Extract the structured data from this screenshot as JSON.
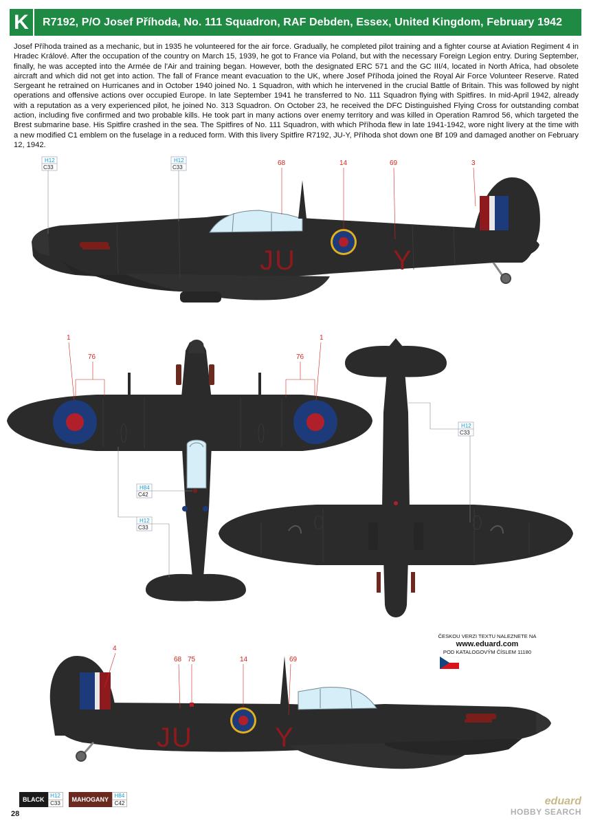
{
  "header": {
    "letter": "K",
    "title": "R7192, P/O Josef Příhoda, No. 111 Squadron, RAF Debden, Essex, United Kingdom, February 1942"
  },
  "bio": "Josef Příhoda trained as a mechanic, but in 1935 he volunteered for the air force. Gradually, he completed pilot training and a fighter course at Aviation Regiment 4 in Hradec Králové. After the occupation of the country on March 15, 1939, he got to France via Poland, but with the necessary Foreign Legion entry. During September, finally, he was accepted into the Armée de l'Air and training began. However, both the designated ERC 571 and the GC III/4, located in North Africa, had obsolete aircraft and which did not get into action. The fall of France meant evacuation to the UK, where Josef Příhoda joined the Royal Air Force Volunteer Reserve. Rated Sergeant he retrained on Hurricanes and in October 1940 joined No. 1 Squadron, with which he intervened in the crucial Battle of Britain. This was followed by night operations and offensive actions over occupied Europe. In late September 1941 he transferred to No. 111 Squadron flying with Spitfires. In mid-April 1942, already with a reputation as a very experienced pilot, he joined No. 313 Squadron. On October 23, he received the DFC Distinguished Flying Cross for outstanding combat action, including five confirmed and two probable kills. He took part in many actions over enemy territory and was killed in Operation Ramrod 56, which targeted the Brest submarine base. His Spitfire crashed in the sea. The Spitfires of No. 111 Squadron, with which Příhoda flew in late 1941-1942, wore night livery at the time with a new modified C1 emblem on the fuselage in a reduced form. With this livery Spitfire R7192, JU-Y, Příhoda shot down one Bf 109 and damaged another on February 12, 1942.",
  "paint": {
    "h12": "H12",
    "c33": "C33",
    "h84": "H84",
    "c42": "C42"
  },
  "profile_top": {
    "code_letters": "JU",
    "individual_letter": "Y",
    "refs": [
      "68",
      "14",
      "69",
      "3"
    ]
  },
  "plan_view": {
    "refs": [
      "1",
      "76",
      "1",
      "76"
    ]
  },
  "profile_bottom": {
    "code_letters": "JU",
    "individual_letter": "Y",
    "refs": [
      "4",
      "68",
      "75",
      "14",
      "69"
    ]
  },
  "czech_note": {
    "line1": "ČESKOU VERZI TEXTU NALEZNETE NA",
    "url": "www.eduard.com",
    "line2": "POD KATALOGOVÝM ČÍSLEM 11180"
  },
  "legend": {
    "black_label": "BLACK",
    "mahogany_label": "MAHOGANY"
  },
  "page_number": "28",
  "brand": {
    "eduard": "eduard",
    "hobby": "HOBBY SEARCH"
  },
  "colors": {
    "header_green": "#1f8a43",
    "aircraft_black": "#2b2b2b",
    "mahogany": "#6b2a1f",
    "code_red": "#8e1a1e",
    "roundel_blue": "#1d3b7a",
    "roundel_red": "#b0202a",
    "roundel_yellow": "#e0b020",
    "callout_red": "#d6241d",
    "paint_cyan": "#1a9ad6"
  }
}
